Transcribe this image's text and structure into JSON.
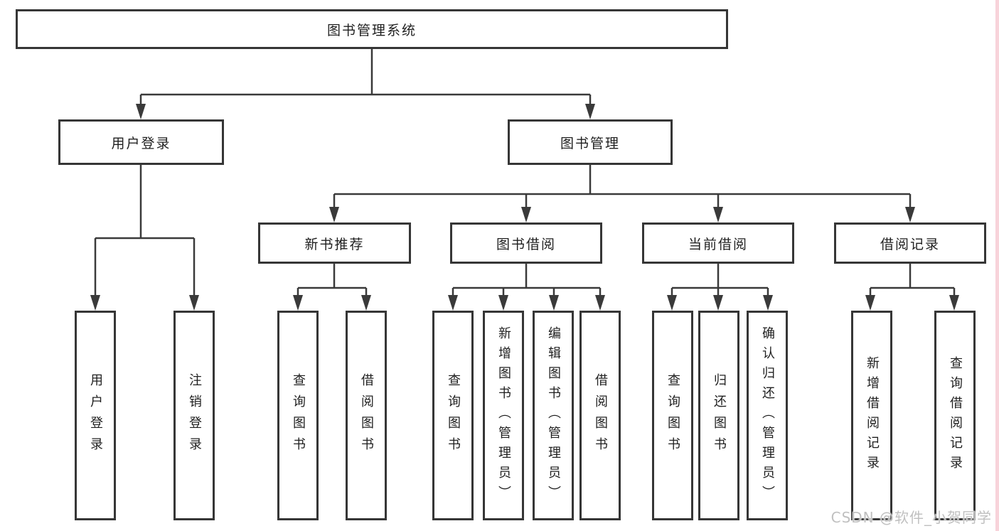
{
  "diagram": {
    "tree": {
      "label": "图书管理系统",
      "children": [
        {
          "label": "用户登录",
          "children": [
            {
              "label": "用户登录"
            },
            {
              "label": "注销登录"
            }
          ]
        },
        {
          "label": "图书管理",
          "children": [
            {
              "label": "新书推荐",
              "children": [
                {
                  "label": "查询图书"
                },
                {
                  "label": "借阅图书"
                }
              ]
            },
            {
              "label": "图书借阅",
              "children": [
                {
                  "label": "查询图书"
                },
                {
                  "label": "新增图书（管理员）"
                },
                {
                  "label": "编辑图书（管理员）"
                },
                {
                  "label": "借阅图书"
                }
              ]
            },
            {
              "label": "当前借阅",
              "children": [
                {
                  "label": "查询图书"
                },
                {
                  "label": "归还图书"
                },
                {
                  "label": "确认归还（管理员）"
                }
              ]
            },
            {
              "label": "借阅记录",
              "children": [
                {
                  "label": "新增借阅记录"
                },
                {
                  "label": "查询借阅记录"
                }
              ]
            }
          ]
        }
      ]
    },
    "watermark": "CSDN @软件_小贺同学",
    "colors": {
      "line": "#3a3a3a",
      "box_border": "#363636",
      "box_fill": "#ffffff",
      "text": "#1f1f1f",
      "watermark": "#c0c0c0",
      "edge_strip": "#f8d3da"
    }
  }
}
